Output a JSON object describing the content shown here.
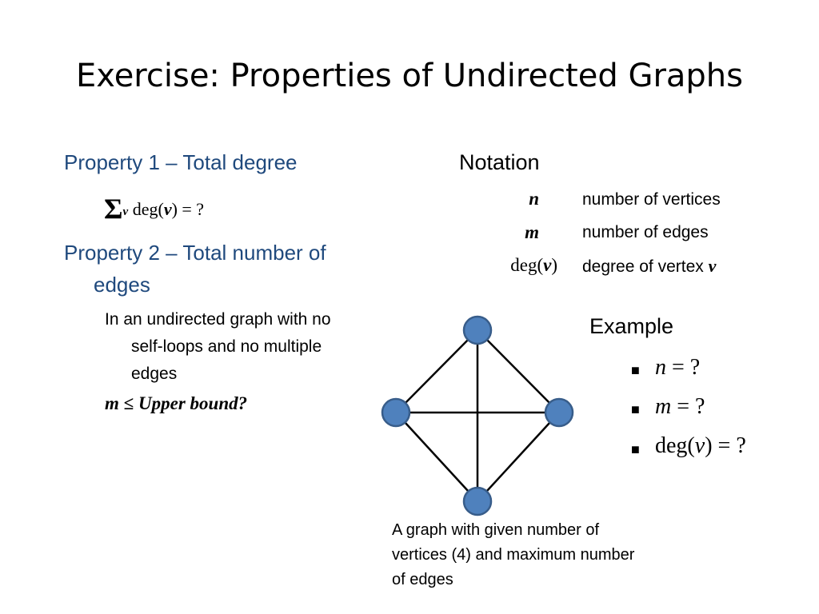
{
  "slide": {
    "title": "Exercise: Properties of Undirected Graphs",
    "property1": {
      "label": "Property 1 – Total degree",
      "sum_symbol": "Σ",
      "sum_subscript": "v",
      "formula_lhs": "deg(",
      "formula_var": "v",
      "formula_rhs": ") = ?"
    },
    "property2": {
      "label_line1": "Property 2 – Total number of",
      "label_line2": "edges",
      "condition_line1": "In an undirected graph with no",
      "condition_line2": "self-loops and no multiple",
      "condition_line3": "edges",
      "bound_m": "m",
      "bound_leq": "≤",
      "bound_text": "Upper bound?"
    },
    "notation": {
      "heading": "Notation",
      "rows": [
        {
          "symbol": "n",
          "description": "number of vertices"
        },
        {
          "symbol": "m",
          "description": "number of edges"
        },
        {
          "symbol_prefix": "deg(",
          "symbol_var": "v",
          "symbol_suffix": ")",
          "description": "degree of vertex",
          "description_var": "v"
        }
      ]
    },
    "example": {
      "heading": "Example",
      "bullet_glyph": "■",
      "items": [
        {
          "prefix": "",
          "var": "n",
          "rest": " = ?"
        },
        {
          "prefix": "",
          "var": "m",
          "rest": " = ?"
        },
        {
          "prefix": "deg(",
          "var": "v",
          "rest": ") = ?"
        }
      ]
    },
    "graph": {
      "vertex_count": 4,
      "vertex_fill": "#4f81bd",
      "vertex_stroke": "#385d8a",
      "edge_color": "#000000",
      "caption_line1": "A graph with given number of",
      "caption_line2": "vertices (4) and maximum number",
      "caption_line3": "of edges"
    },
    "colors": {
      "heading_blue": "#1f497d"
    }
  }
}
